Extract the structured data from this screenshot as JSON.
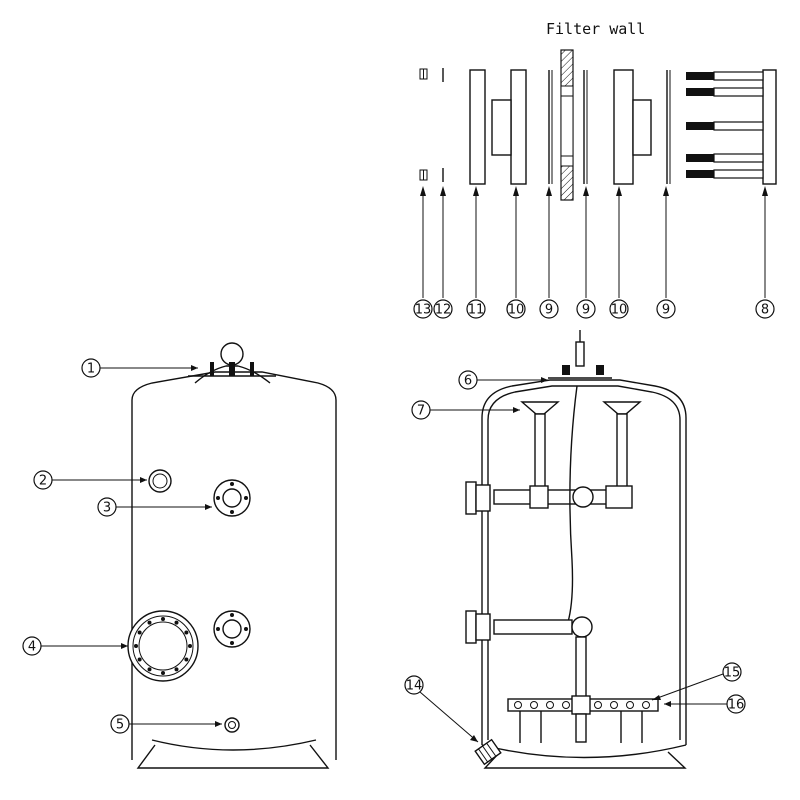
{
  "diagram": {
    "title": "Filter wall",
    "callouts_top": [
      {
        "id": "c13",
        "label": "13"
      },
      {
        "id": "c12",
        "label": "12"
      },
      {
        "id": "c11",
        "label": "11"
      },
      {
        "id": "c10a",
        "label": "10"
      },
      {
        "id": "c9a",
        "label": "9"
      },
      {
        "id": "c9b",
        "label": "9"
      },
      {
        "id": "c10b",
        "label": "10"
      },
      {
        "id": "c9c",
        "label": "9"
      },
      {
        "id": "c8",
        "label": "8"
      }
    ],
    "callouts_left": [
      {
        "id": "c1",
        "label": "1"
      },
      {
        "id": "c2",
        "label": "2"
      },
      {
        "id": "c3",
        "label": "3"
      },
      {
        "id": "c4",
        "label": "4"
      },
      {
        "id": "c5",
        "label": "5"
      }
    ],
    "callouts_right": [
      {
        "id": "c6",
        "label": "6"
      },
      {
        "id": "c7",
        "label": "7"
      },
      {
        "id": "c14",
        "label": "14"
      },
      {
        "id": "c15",
        "label": "15"
      },
      {
        "id": "c16",
        "label": "16"
      }
    ]
  }
}
